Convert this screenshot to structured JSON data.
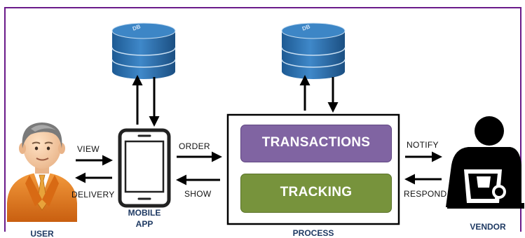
{
  "diagram": {
    "user": {
      "caption": "USER"
    },
    "mobile_app": {
      "caption_line1": "MOBILE",
      "caption_line2": "APP"
    },
    "process": {
      "caption": "PROCESS",
      "transactions_label": "TRANSACTIONS",
      "tracking_label": "TRACKING"
    },
    "vendor": {
      "caption": "VENDOR"
    },
    "database_label": "DB",
    "flows": {
      "view": "VIEW",
      "delivery": "DELIVERY",
      "order": "ORDER",
      "show": "SHOW",
      "notify": "NOTIFY",
      "respond": "RESPOND"
    },
    "colors": {
      "frame_border": "#6a1b8a",
      "database": "#2a6fae",
      "transactions": "#8064a2",
      "tracking": "#77933c",
      "user_suit": "#e2761b",
      "caption": "#1f3a63"
    }
  }
}
